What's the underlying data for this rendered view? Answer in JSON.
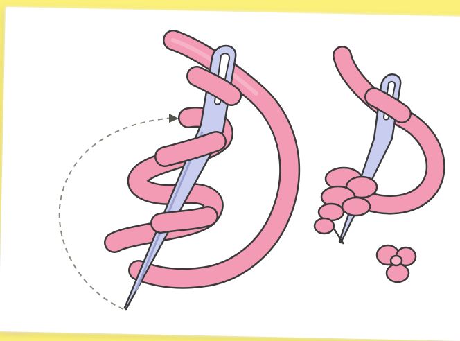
{
  "figure": {
    "panels": [
      {
        "id": "left",
        "step": "wrap-thread-around-needle"
      },
      {
        "id": "right",
        "step": "pull-needle-through-knot"
      }
    ],
    "colors": {
      "background": "#fbee74",
      "card": "#ffffff",
      "thread": "#f39bb5",
      "thread_outline": "#3a3a3a",
      "needle": "#c9cdef",
      "needle_shadow": "#9aa0cf",
      "arrow": "#8a8a80"
    },
    "icons": [
      "needle-icon",
      "thread-icon",
      "french-knot-icon",
      "dashed-arrow-icon"
    ]
  }
}
